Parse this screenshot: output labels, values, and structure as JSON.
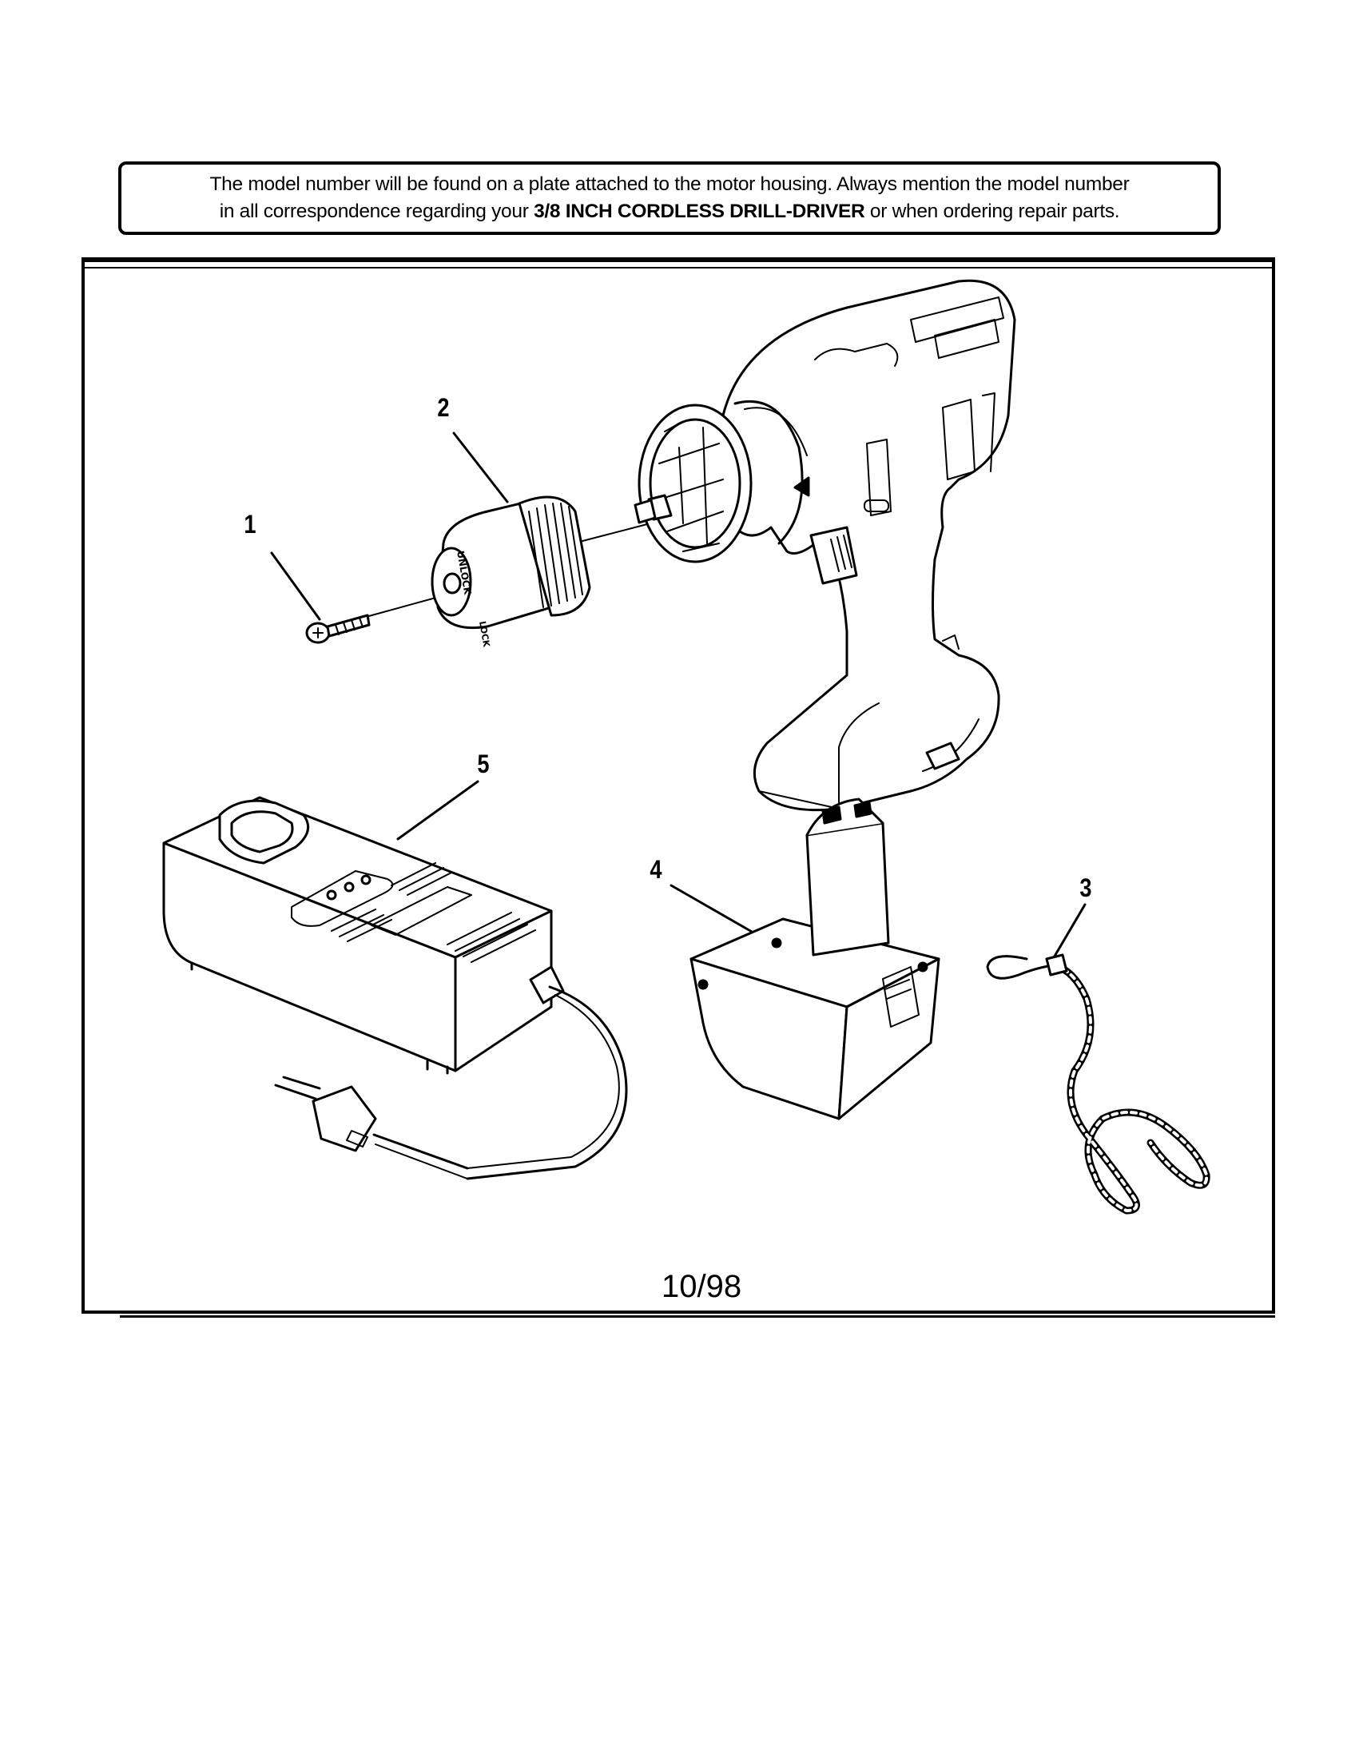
{
  "notice": {
    "line1": "The model number will be found on a plate attached to the motor housing. Always mention the model number",
    "line2_prefix": "in all correspondence regarding your ",
    "line2_bold": "3/8 INCH CORDLESS DRILL-DRIVER",
    "line2_suffix": " or when ordering repair parts."
  },
  "chuck_labels": {
    "unlock": "UNLOCK",
    "lock": "LOCK"
  },
  "callouts": {
    "screw": "1",
    "chuck": "2",
    "lanyard": "3",
    "battery": "4",
    "charger": "5"
  },
  "footer": {
    "date": "10/98"
  }
}
